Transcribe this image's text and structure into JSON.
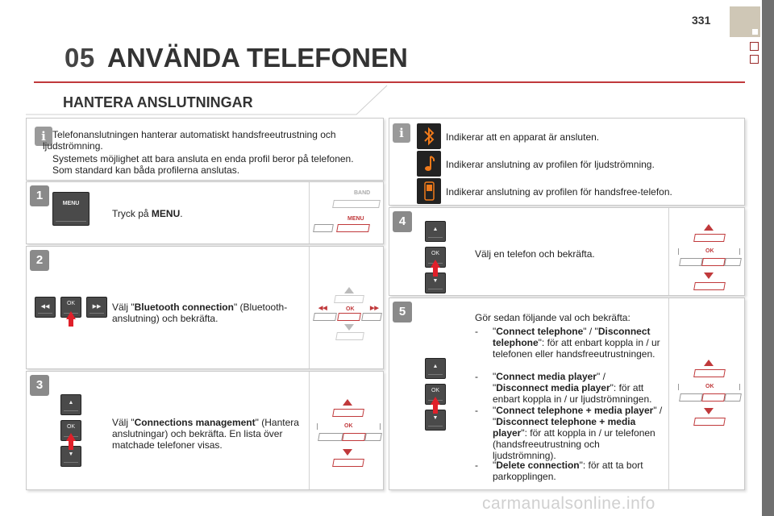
{
  "page_number": "331",
  "chapter_number": "05",
  "chapter_title": "ANVÄNDA TELEFONEN",
  "section_title": "HANTERA ANSLUTNINGAR",
  "intro": {
    "line1": "Telefonanslutningen hanterar automatiskt handsfreeutrustning och ljudströmning.",
    "line2": "Systemets möjlighet att bara ansluta en enda profil beror på telefonen. Som standard kan båda profilerna anslutas."
  },
  "steps": [
    {
      "number": "1",
      "text_pre": "Tryck på ",
      "text_bold": "MENU",
      "text_post": ".",
      "device_button": "MENU",
      "diagram_labels": {
        "top": "BAND",
        "bottom": "MENU"
      }
    },
    {
      "number": "2",
      "text_pre": "Välj \"",
      "text_bold": "Bluetooth connection",
      "text_post": "\" (Bluetooth-anslutning) och bekräfta.",
      "diagram_ok": "OK"
    },
    {
      "number": "3",
      "text_pre": "Välj \"",
      "text_bold": "Connections management",
      "text_post": "\" (Hantera anslutningar) och bekräfta. En lista över matchade telefoner visas.",
      "diagram_ok": "OK"
    },
    {
      "number": "4",
      "text": "Välj en telefon och bekräfta.",
      "diagram_ok": "OK"
    },
    {
      "number": "5",
      "intro": "Gör sedan följande val och bekräfta:",
      "diagram_ok": "OK"
    }
  ],
  "step5_options": [
    {
      "bold1": "Connect telephone",
      "sep": "\" / \"",
      "bold2": "Disconnect telephone",
      "rest": "\": för att enbart koppla in / ur telefonen eller handsfreeutrustningen."
    },
    {
      "bold1": "Connect media player",
      "sep": "\" / \"",
      "bold2": "Disconnect media player",
      "rest": "\": för att enbart koppla in / ur ljudströmningen."
    },
    {
      "bold1": "Connect telephone + media player",
      "sep": "\" / \"",
      "bold2": "Disconnect telephone + media player",
      "rest": "\": för att koppla in / ur telefonen (handsfreeutrustning och ljudströmning)."
    },
    {
      "bold1": "Delete connection",
      "sep": "",
      "bold2": "",
      "rest": "\": för att ta bort parkopplingen."
    }
  ],
  "status_icons": [
    {
      "icon": "bluetooth-icon",
      "text": "Indikerar att en apparat är ansluten."
    },
    {
      "icon": "music-note-icon",
      "text": "Indikerar anslutning av profilen för ljudströmning."
    },
    {
      "icon": "mobile-phone-icon",
      "text": "Indikerar anslutning av profilen för handsfree-telefon."
    }
  ],
  "button_labels": {
    "ok": "OK",
    "menu": "MENU",
    "up": "▲",
    "down": "▼",
    "prev": "◀◀",
    "next": "▶▶"
  },
  "watermark": "carmanualsonline.info",
  "colors": {
    "accent_red": "#c0393b",
    "tab_grey": "#8a8a8a",
    "sidebar": "#6f6f6f"
  }
}
